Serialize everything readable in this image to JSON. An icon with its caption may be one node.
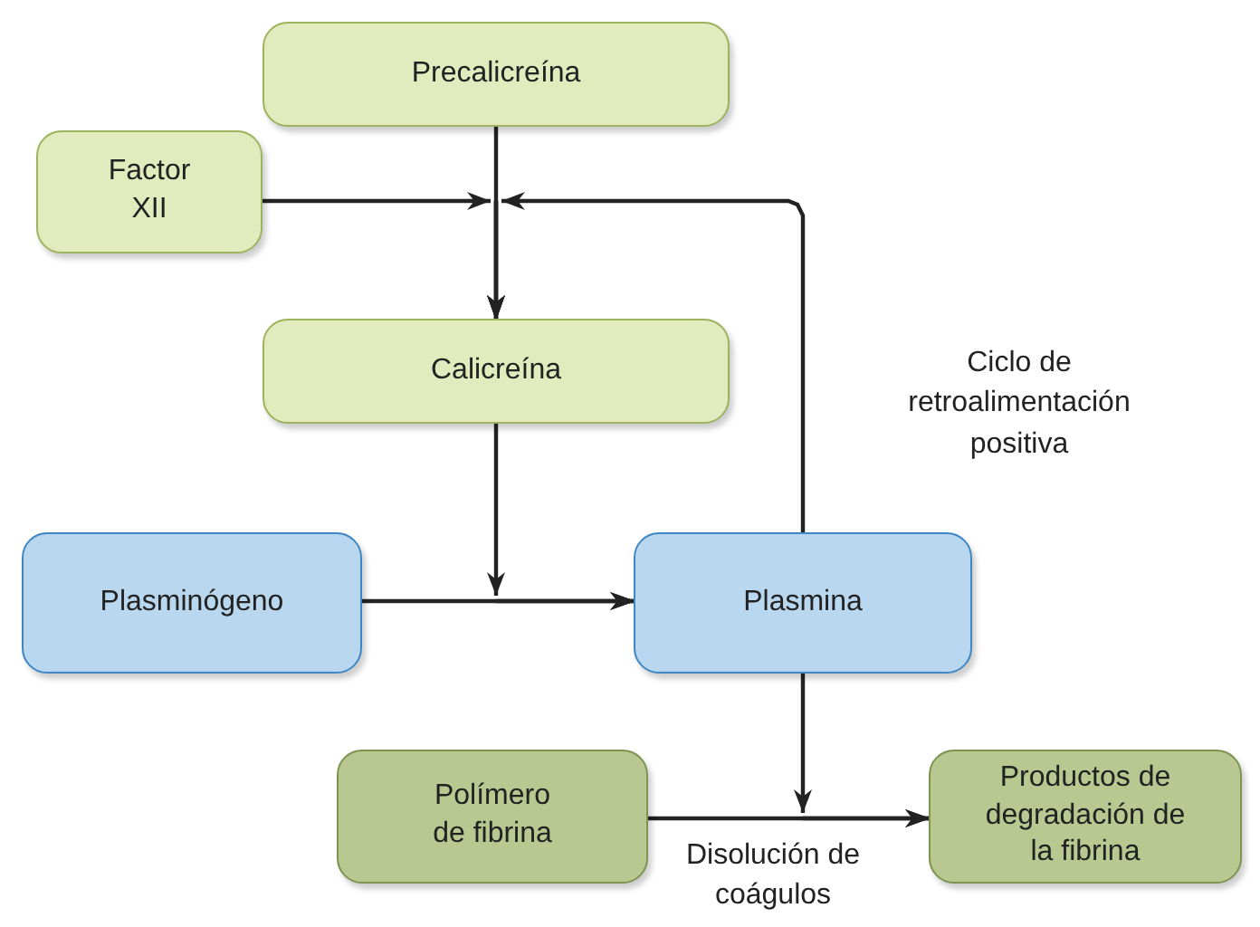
{
  "diagram": {
    "nodes": [
      {
        "text": [
          "Precalicreína"
        ]
      },
      {
        "text": [
          "Factor XII"
        ]
      },
      {
        "text": [
          "Calicreína"
        ]
      },
      {
        "text": [
          "Plasminógeno"
        ]
      },
      {
        "text": [
          "Plasmina"
        ]
      },
      {
        "text": [
          "Polímero de fibrina"
        ]
      },
      {
        "text": [
          "Productos de degradación de la fibrina"
        ]
      }
    ],
    "edges": [
      {
        "from": 0,
        "to": 2,
        "arrow": "to"
      },
      {
        "from": 1,
        "to": 2,
        "arrow": "to"
      },
      {
        "from": 4,
        "to": 2,
        "arrow": "to",
        "label": "Ciclo de retroalimentación positiva"
      },
      {
        "from": 2,
        "to": 4,
        "arrow": "to"
      },
      {
        "from": 3,
        "to": 4,
        "arrow": "to"
      },
      {
        "from": 4,
        "to": 6,
        "arrow": "to"
      },
      {
        "from": 5,
        "to": 6,
        "arrow": "to",
        "label": "Disolución de coágulos"
      }
    ]
  }
}
